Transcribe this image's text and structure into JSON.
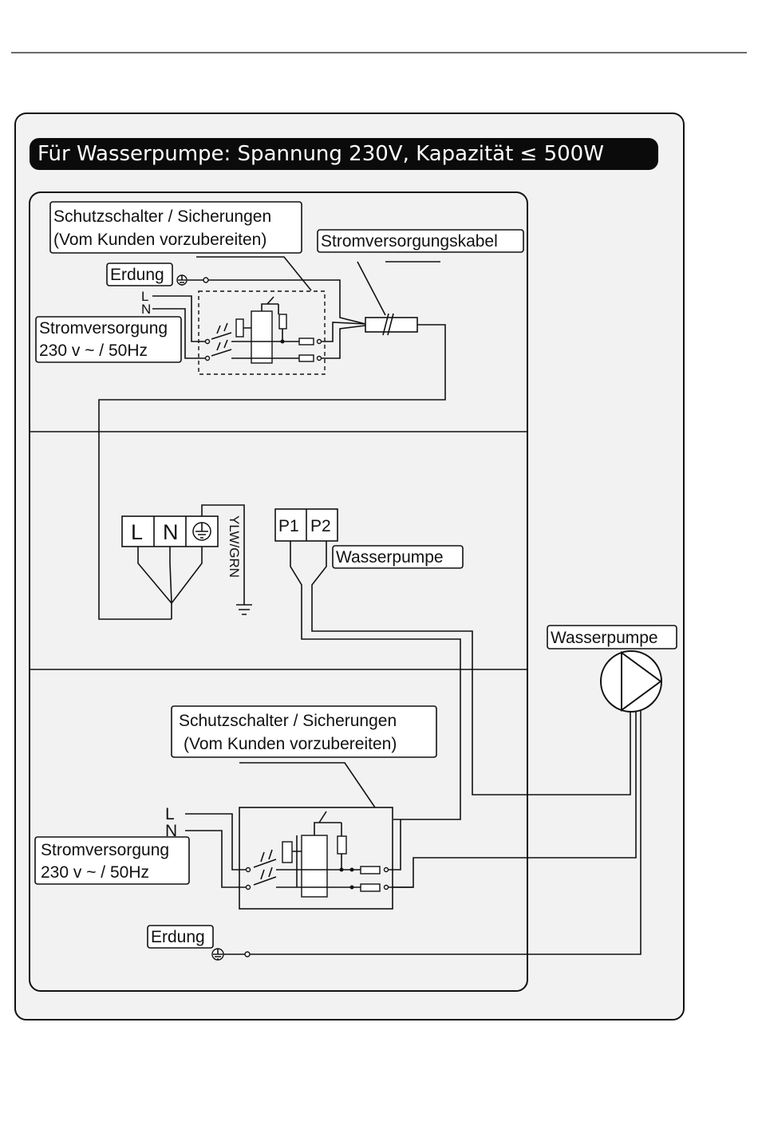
{
  "diagram": {
    "title": "Für Wasserpumpe: Spannung 230V, Kapazität ≤ 500W",
    "top_section": {
      "breaker_label_line1": "Schutzschalter / Sicherungen",
      "breaker_label_line2": "(Vom Kunden vorzubereiten)",
      "cable_label": "Stromversorgungskabel",
      "earth_label": "Erdung",
      "line_L": "L",
      "line_N": "N",
      "supply_line1": "Stromversorgung",
      "supply_line2": "230 v ~ / 50Hz"
    },
    "middle_section": {
      "terminal_L": "L",
      "terminal_N": "N",
      "ground_wire_label": "YLW/GRN",
      "terminal_P1": "P1",
      "terminal_P2": "P2",
      "pump_label": "Wasserpumpe"
    },
    "pump": {
      "label": "Wasserpumpe"
    },
    "bottom_section": {
      "breaker_label_line1": "Schutzschalter / Sicherungen",
      "breaker_label_line2": "(Vom Kunden vorzubereiten)",
      "line_L": "L",
      "line_N": "N",
      "supply_line1": "Stromversorgung",
      "supply_line2": "230 v ~ / 50Hz",
      "earth_label": "Erdung"
    }
  }
}
